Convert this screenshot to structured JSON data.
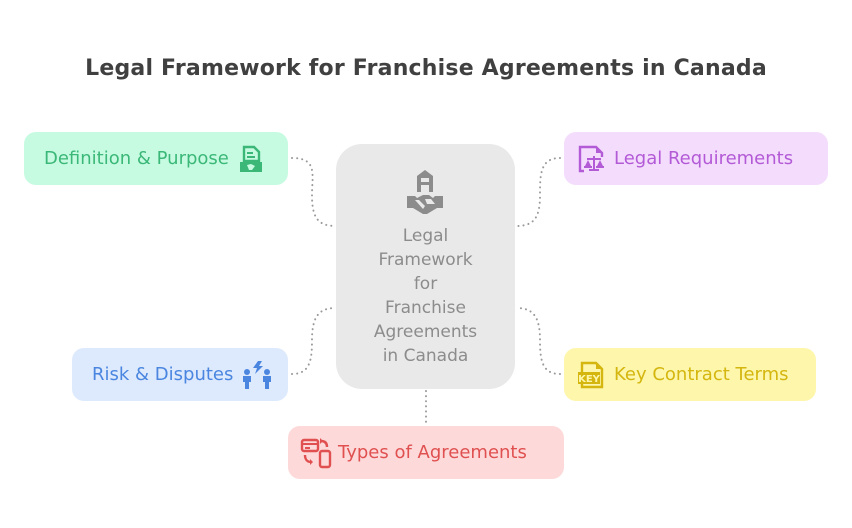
{
  "title": "Legal Framework for Franchise Agreements in Canada",
  "center": {
    "icon": "building-handshake-icon",
    "lines": [
      "Legal",
      "Framework",
      "for",
      "Franchise",
      "Agreements",
      "in Canada"
    ],
    "color": "#8c8c8c"
  },
  "nodes": {
    "definition": {
      "label": "Definition & Purpose",
      "icon": "document-handshake-icon",
      "color": "#3bb877"
    },
    "legal": {
      "label": "Legal Requirements",
      "icon": "document-scales-icon",
      "color": "#b35ad6"
    },
    "risk": {
      "label": "Risk & Disputes",
      "icon": "people-conflict-icon",
      "color": "#4a86e0"
    },
    "key": {
      "label": "Key Contract Terms",
      "icon": "key-file-icon",
      "color": "#d4b60e"
    },
    "types": {
      "label": "Types of Agreements",
      "icon": "card-phone-exchange-icon",
      "color": "#e05050"
    }
  },
  "connector_color": "#9a9a9a"
}
